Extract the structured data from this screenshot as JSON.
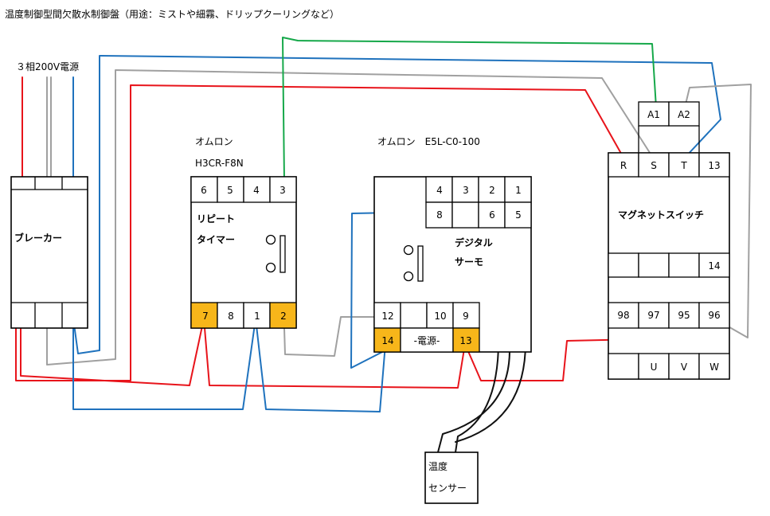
{
  "title": "温度制御型間欠散水制御盤（用途：ミストや細霧、ドリップクーリングなど）",
  "power_label": "３相200V電源",
  "colors": {
    "red": "#e8141b",
    "gray": "#a0a0a0",
    "blue": "#1f72bd",
    "green": "#16a84a",
    "black": "#111111",
    "gold": "#f7b61a"
  },
  "breaker": {
    "label": "ブレーカー"
  },
  "timer": {
    "maker": "オムロン",
    "model": "H3CR-F8N",
    "label_line1": "リピート",
    "label_line2": "タイマー",
    "top_terminals": [
      "6",
      "5",
      "4",
      "3"
    ],
    "bottom_terminals": [
      "7",
      "8",
      "1",
      "2"
    ]
  },
  "thermo": {
    "header": "オムロン　E5L-C0-100",
    "label_line1": "デジタル",
    "label_line2": "サーモ",
    "top_row1": [
      "4",
      "3",
      "2",
      "1"
    ],
    "top_row2": [
      "8",
      "6",
      "5"
    ],
    "bottom_row1": [
      "12",
      "10",
      "9"
    ],
    "bottom_row2": [
      "14",
      "-電源-",
      "13"
    ]
  },
  "magnet": {
    "label": "マグネットスイッチ",
    "coil_terminals": [
      "A1",
      "A2"
    ],
    "top_terminals": [
      "R",
      "S",
      "T",
      "13"
    ],
    "mid_terminal": "14",
    "aux_terminals": [
      "98",
      "97",
      "95",
      "96"
    ],
    "output_terminals": [
      "U",
      "V",
      "W"
    ]
  },
  "sensor": {
    "line1": "温度",
    "line2": "センサー"
  }
}
